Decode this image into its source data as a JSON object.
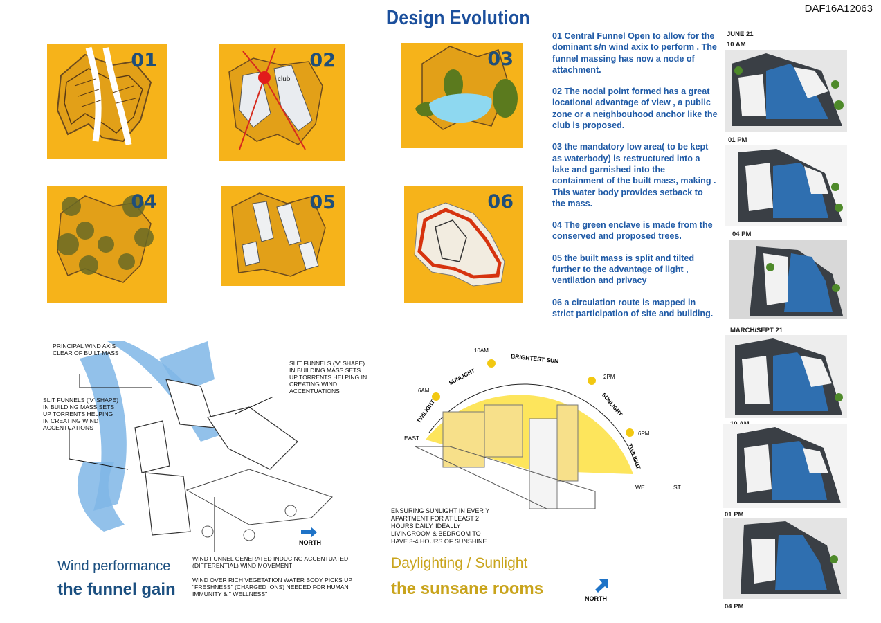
{
  "sheet_code": "DAF16A12063",
  "title": "Design Evolution",
  "panels": [
    {
      "number": "01"
    },
    {
      "number": "02",
      "club_label": "club"
    },
    {
      "number": "03"
    },
    {
      "number": "04"
    },
    {
      "number": "05"
    },
    {
      "number": "06"
    }
  ],
  "notes": [
    "01 Central Funnel Open to allow for the dominant s/n wind axix to perform . The funnel massing has now a node of attachment.",
    "02  The nodal point formed has a great locational advantage of view , a public zone or a neighbouhood anchor like the club is proposed.",
    "03 the mandatory low area( to be kept as waterbody) is restructured into a lake and garnished into the containment of the built mass, making . This water body provides setback to the mass.",
    "04 The green enclave is made from the conserved and proposed trees.",
    "05 the built mass is split and tilted further to the advantage of light , ventilation and privacy",
    "06 a circulation route is mapped in strict participation of site and building."
  ],
  "sun_study": {
    "labels": [
      "JUNE 21",
      "10 AM",
      "01 PM",
      "04 PM",
      "MARCH/SEPT 21",
      "10 AM",
      "01 PM",
      "04 PM"
    ]
  },
  "wind": {
    "annot_principal": "PRINCIPAL WIND AXIS CLEAR OF BUILT MASS",
    "annot_slit_right": "SLIT FUNNELS ('V' SHAPE) IN BUILDING MASS SETS UP TORRENTS HELPING IN CREATING WIND ACCENTUATIONS",
    "annot_slit_left": "SLIT FUNNELS ('V' SHAPE) IN BUILDING MASS SETS UP TORRENTS HELPING IN CREATING WIND ACCENTUATIONS",
    "annot_funnel": "WIND FUNNEL GENERATED INDUCING ACCENTUATED (DIFFERENTIAL) WIND MOVEMENT",
    "annot_veg": "WIND OVER RICH VEGETATION WATER BODY PICKS UP \"FRESHNESS\" (CHARGED IONS) NEEDED FOR HUMAN IMMUNITY & \" WELLNESS\"",
    "north": "NORTH",
    "heading": "Wind performance",
    "subheading": "the funnel  gain"
  },
  "daylight": {
    "times": [
      "10AM",
      "6AM",
      "2PM",
      "6PM"
    ],
    "arc_labels": [
      "BRIGHTEST SUN",
      "SUNLIGHT",
      "SUNLIGHT",
      "TWILIGHT",
      "TWILIGHT"
    ],
    "east": "EAST",
    "west_a": "WE",
    "west_b": "ST",
    "annot": "ENSURING SUNLIGHT IN EVER Y APARTMENT FOR AT LEAST 2 HOURS DAILY. IDEALLY LIVINGROOM & BEDROOM TO HAVE 3-4 HOURS OF SUNSHINE.",
    "north": "NORTH",
    "heading": "Daylighting / Sunlight",
    "subheading": "the sunsane rooms"
  },
  "colors": {
    "title_blue": "#1b4f9c",
    "panel_orange": "#f6b31a",
    "note_blue": "#1f5aa6",
    "wind_blue": "#7fb6e6",
    "sun_yellow": "#fde24a",
    "gold_text": "#c9a41c"
  }
}
